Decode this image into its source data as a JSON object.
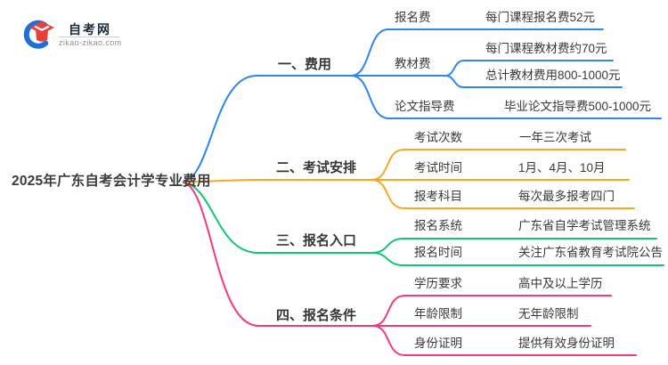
{
  "logo": {
    "site_name": "自考网",
    "site_url": "zikao-zikao.com",
    "brand_blue": "#1E6FD9",
    "brand_red": "#E8413C"
  },
  "root": {
    "title": "2025年广东自考会计学专业费用"
  },
  "branches": [
    {
      "label": "一、费用",
      "color": "#2E86EE",
      "children": [
        {
          "label": "报名费",
          "leaves": [
            "每门课程报名费52元"
          ]
        },
        {
          "label": "教材费",
          "leaves": [
            "每门课程教材费约70元",
            "总计教材费用800-1000元"
          ]
        },
        {
          "label": "论文指导费",
          "leaves": [
            "毕业论文指导费500-1000元"
          ]
        }
      ]
    },
    {
      "label": "二、考试安排",
      "color": "#F7A823",
      "children": [
        {
          "label": "考试次数",
          "leaves": [
            "一年三次考试"
          ]
        },
        {
          "label": "考试时间",
          "leaves": [
            "1月、4月、10月"
          ]
        },
        {
          "label": "报考科目",
          "leaves": [
            "每次最多报考四门"
          ]
        }
      ]
    },
    {
      "label": "三、报名入口",
      "color": "#10C873",
      "children": [
        {
          "label": "报名系统",
          "leaves": [
            "广东省自学考试管理系统"
          ]
        },
        {
          "label": "报名时间",
          "leaves": [
            "关注广东省教育考试院公告"
          ]
        }
      ]
    },
    {
      "label": "四、报名条件",
      "color": "#F43A7B",
      "children": [
        {
          "label": "学历要求",
          "leaves": [
            "高中及以上学历"
          ]
        },
        {
          "label": "年龄限制",
          "leaves": [
            "无年龄限制"
          ]
        },
        {
          "label": "身份证明",
          "leaves": [
            "提供有效身份证明"
          ]
        }
      ]
    }
  ]
}
